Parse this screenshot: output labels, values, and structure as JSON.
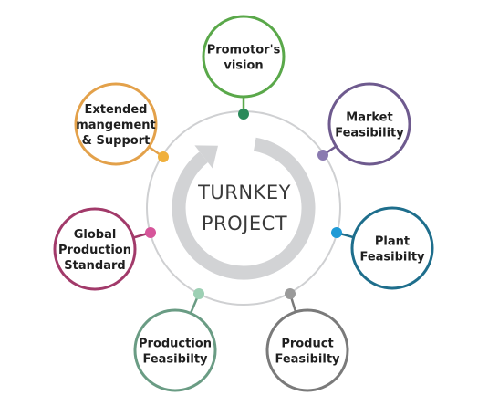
{
  "center": {
    "line1": "TURNKEY",
    "line2": "PROJECT",
    "ring_color": "#cfd0d2",
    "arrow_color": "#d2d3d5"
  },
  "nodes": [
    {
      "id": "promotors-vision",
      "lines": [
        "Promotor's",
        "vision"
      ],
      "color": "#5aa84a"
    },
    {
      "id": "market-feasibility",
      "lines": [
        "Market",
        "Feasibility"
      ],
      "color": "#6e5a8e"
    },
    {
      "id": "plant-feasibility",
      "lines": [
        "Plant",
        "Feasibilty"
      ],
      "color": "#1e6e8c"
    },
    {
      "id": "product-feasibility",
      "lines": [
        "Product",
        "Feasibilty"
      ],
      "color": "#7a7a7a"
    },
    {
      "id": "production-feasibility",
      "lines": [
        "Production",
        "Feasibilty"
      ],
      "color": "#6a9c84"
    },
    {
      "id": "global-production",
      "lines": [
        "Global",
        "Production",
        "Standard"
      ],
      "color": "#a23a6a"
    },
    {
      "id": "extended-management",
      "lines": [
        "Extended",
        "mangement",
        "& Support"
      ],
      "color": "#e3a14a"
    }
  ],
  "dots": [
    {
      "id": "promotors-vision",
      "color": "#2a8a5a"
    },
    {
      "id": "market-feasibility",
      "color": "#8a7ab0"
    },
    {
      "id": "plant-feasibility",
      "color": "#1f9ad6"
    },
    {
      "id": "product-feasibility",
      "color": "#9a9a9a"
    },
    {
      "id": "production-feasibility",
      "color": "#9dd0b4"
    },
    {
      "id": "global-production",
      "color": "#d6559a"
    },
    {
      "id": "extended-management",
      "color": "#f0b03c"
    }
  ]
}
